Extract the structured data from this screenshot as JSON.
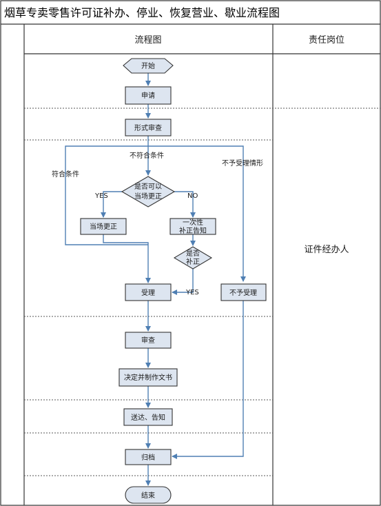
{
  "title": "烟草专卖零售许可证补办、停业、恢复营业、歇业流程图",
  "headers": {
    "flow": "流程图",
    "role": "责任岗位"
  },
  "role_label": "证件经办人",
  "nodes": {
    "start": "开始",
    "apply": "申请",
    "formal_review": "形式审查",
    "decision_fix": [
      "是否可以",
      "当场更正"
    ],
    "fix_on_site": "当场更正",
    "one_time_notice": [
      "一次性",
      "补正告知"
    ],
    "decision_supplement": [
      "是否",
      "补正"
    ],
    "accept": "受理",
    "reject": "不予受理",
    "review": "审查",
    "decide": "决定并制作文书",
    "deliver": "送达、告知",
    "archive": "归档",
    "end": "结束"
  },
  "edge_labels": {
    "qualified": "符合条件",
    "not_qualified": "不符合条件",
    "not_accept_case": "不予受理情形",
    "yes_left": "YES",
    "no_right": "NO",
    "yes_bottom": "YES"
  }
}
